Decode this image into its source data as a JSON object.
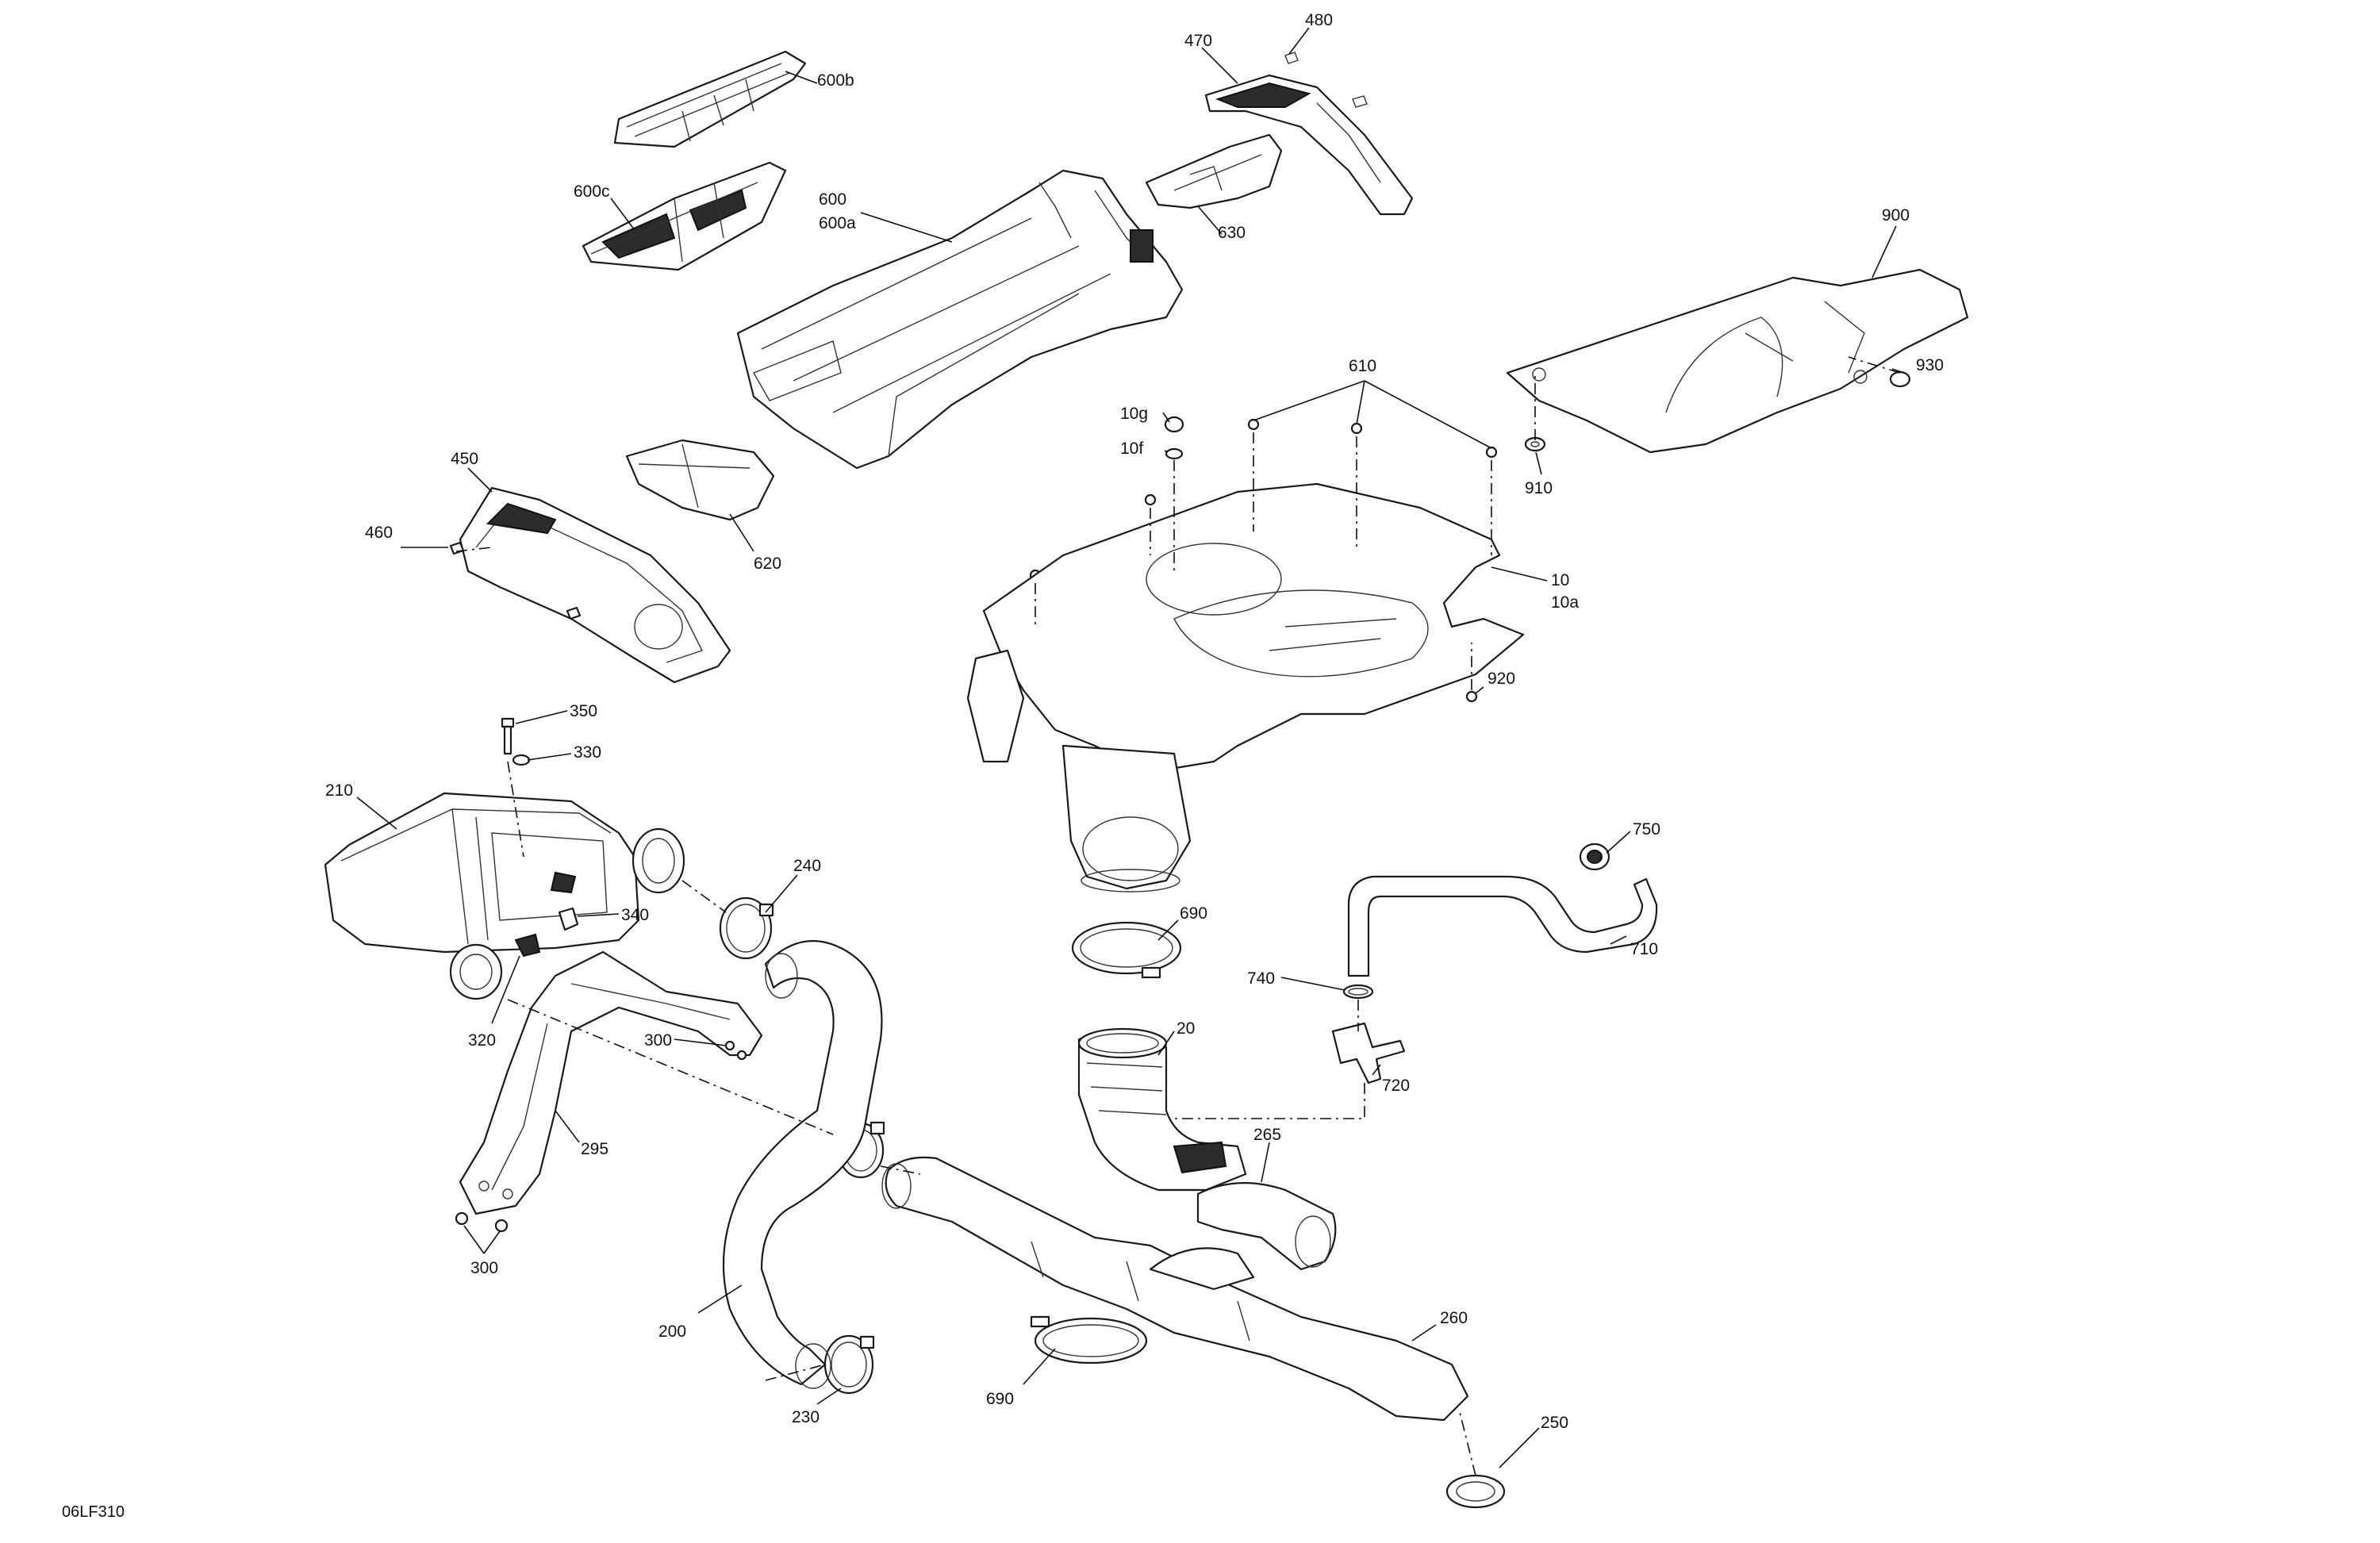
{
  "figure_id": "06LF310",
  "colors": {
    "line": "#1a1a1a",
    "paper": "#ffffff"
  },
  "callouts": [
    {
      "key": "c-470",
      "text": "470"
    },
    {
      "key": "c-480",
      "text": "480"
    },
    {
      "key": "c-600b",
      "text": "600b"
    },
    {
      "key": "c-600c",
      "text": "600c"
    },
    {
      "key": "c-600",
      "text": "600"
    },
    {
      "key": "c-600a",
      "text": "600a"
    },
    {
      "key": "c-630",
      "text": "630"
    },
    {
      "key": "c-900",
      "text": "900"
    },
    {
      "key": "c-930",
      "text": "930"
    },
    {
      "key": "c-910",
      "text": "910"
    },
    {
      "key": "c-610",
      "text": "610"
    },
    {
      "key": "c-10g",
      "text": "10g"
    },
    {
      "key": "c-10f",
      "text": "10f"
    },
    {
      "key": "c-450",
      "text": "450"
    },
    {
      "key": "c-460",
      "text": "460"
    },
    {
      "key": "c-620",
      "text": "620"
    },
    {
      "key": "c-10",
      "text": "10"
    },
    {
      "key": "c-10a",
      "text": "10a"
    },
    {
      "key": "c-920",
      "text": "920"
    },
    {
      "key": "c-350",
      "text": "350"
    },
    {
      "key": "c-330",
      "text": "330"
    },
    {
      "key": "c-210",
      "text": "210"
    },
    {
      "key": "c-240",
      "text": "240"
    },
    {
      "key": "c-340",
      "text": "340"
    },
    {
      "key": "c-320",
      "text": "320"
    },
    {
      "key": "c-300a",
      "text": "300"
    },
    {
      "key": "c-295",
      "text": "295"
    },
    {
      "key": "c-300b",
      "text": "300"
    },
    {
      "key": "c-750",
      "text": "750"
    },
    {
      "key": "c-710",
      "text": "710"
    },
    {
      "key": "c-690a",
      "text": "690"
    },
    {
      "key": "c-740",
      "text": "740"
    },
    {
      "key": "c-720",
      "text": "720"
    },
    {
      "key": "c-20",
      "text": "20"
    },
    {
      "key": "c-265",
      "text": "265"
    },
    {
      "key": "c-200",
      "text": "200"
    },
    {
      "key": "c-230",
      "text": "230"
    },
    {
      "key": "c-690b",
      "text": "690"
    },
    {
      "key": "c-260",
      "text": "260"
    },
    {
      "key": "c-250",
      "text": "250"
    }
  ]
}
